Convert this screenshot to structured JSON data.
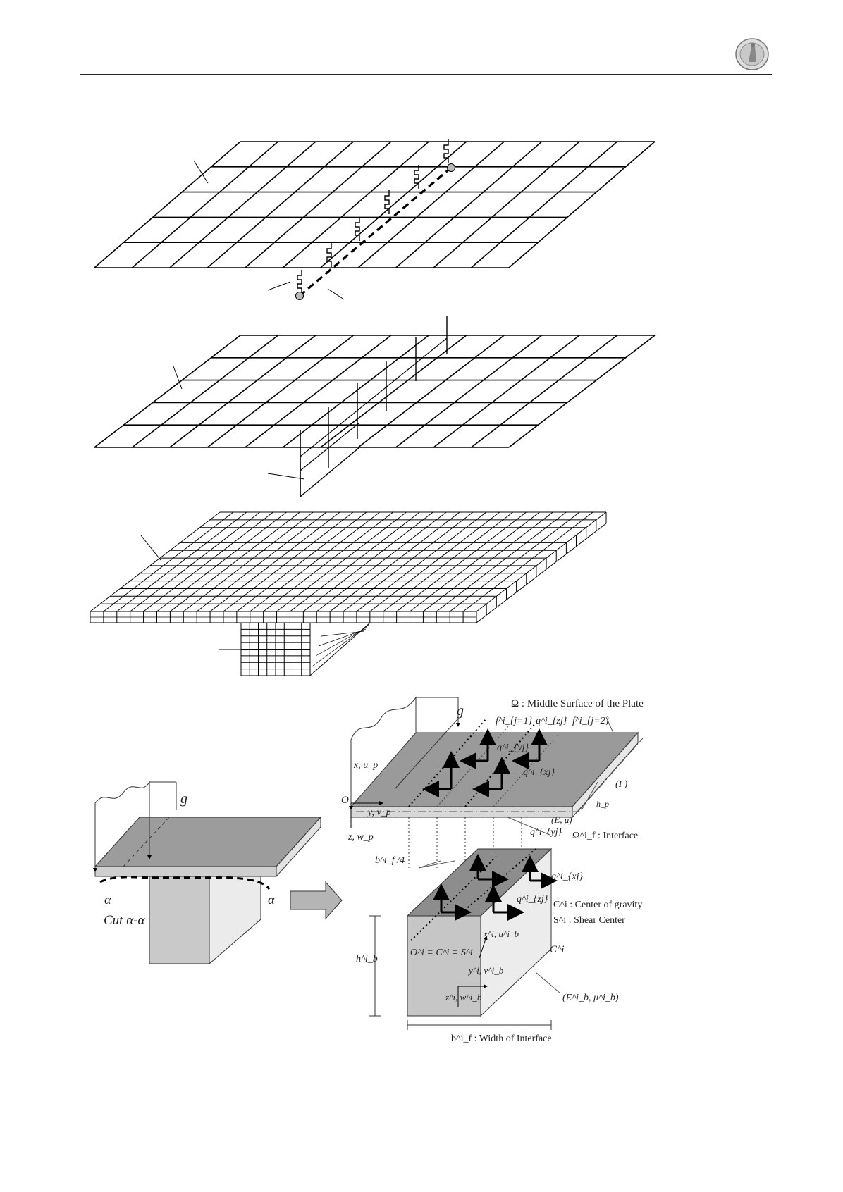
{
  "header": {
    "logo_icon": "university-seal-icon"
  },
  "figure_right": {
    "g_label": "g",
    "omega_label": "Ω : Middle Surface of the Plate",
    "gamma_label": "(Γ)",
    "hp_label": "h_p",
    "E_mu_label": "(E, μ)",
    "fj1_label": "f^i_{j=1}",
    "fj2_label": "f^i_{j=2}",
    "qzj_label": "q^i_{zj}",
    "qyj_label": "q^i_{yj}",
    "qxj_label": "q^i_{xj}",
    "xu_label": "x, u_p",
    "O_label": "O",
    "yv_label": "y, v_p",
    "zw_label": "z, w_p",
    "omega_f_label": "Ω^i_f : Interface",
    "bf4_label": "b^i_f /4",
    "C_label": "C^i : Center of gravity",
    "S_label": "S^i : Shear Center",
    "Ci_label": "C^i",
    "O_equiv_label": "O^i ≡ C^i ≡ S^i",
    "xb_label": "x^i, u^i_b",
    "yb_label": "y^i, v^i_b",
    "zb_label": "z^i, w^i_b",
    "hb_label": "h^i_b",
    "Eb_label": "(E^i_b, μ^i_b)",
    "bf_label": "b^i_f : Width of Interface"
  },
  "figure_left": {
    "g_label": "g",
    "alpha_left": "α",
    "alpha_right": "α",
    "cut_label": "Cut α-α",
    "arrow_icon": "right-arrow-icon"
  }
}
